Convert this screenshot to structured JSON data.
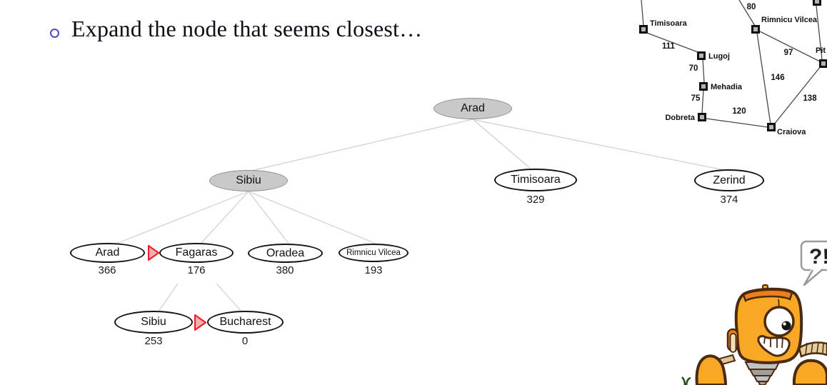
{
  "slide": {
    "bullet_text": "Expand the node that seems closest…"
  },
  "tree": {
    "nodes": [
      {
        "label": "Arad",
        "value": "",
        "state": "expanded"
      },
      {
        "label": "Sibiu",
        "value": "",
        "state": "expanded"
      },
      {
        "label": "Timisoara",
        "value": "329",
        "state": "frontier"
      },
      {
        "label": "Zerind",
        "value": "374",
        "state": "frontier"
      },
      {
        "label": "Arad",
        "value": "366",
        "state": "frontier"
      },
      {
        "label": "Fagaras",
        "value": "176",
        "state": "frontier"
      },
      {
        "label": "Oradea",
        "value": "380",
        "state": "frontier"
      },
      {
        "label": "Rimnicu Vilcea",
        "value": "193",
        "state": "frontier"
      },
      {
        "label": "Sibiu",
        "value": "253",
        "state": "frontier"
      },
      {
        "label": "Bucharest",
        "value": "0",
        "state": "frontier"
      }
    ],
    "arrow_color": "#ed1c24"
  },
  "map": {
    "cities": [
      {
        "name": "Timisoara"
      },
      {
        "name": "Lugoj"
      },
      {
        "name": "Mehadia"
      },
      {
        "name": "Dobreta"
      },
      {
        "name": "Craiova"
      },
      {
        "name": "Rimnicu Vilcea"
      },
      {
        "name": "Pit"
      }
    ],
    "edge_costs": [
      {
        "cost": "111"
      },
      {
        "cost": "70"
      },
      {
        "cost": "75"
      },
      {
        "cost": "120"
      },
      {
        "cost": "80"
      },
      {
        "cost": "97"
      },
      {
        "cost": "146"
      },
      {
        "cost": "138"
      }
    ]
  },
  "robot": {
    "speech": "?!",
    "body_color": "#f9a826"
  }
}
